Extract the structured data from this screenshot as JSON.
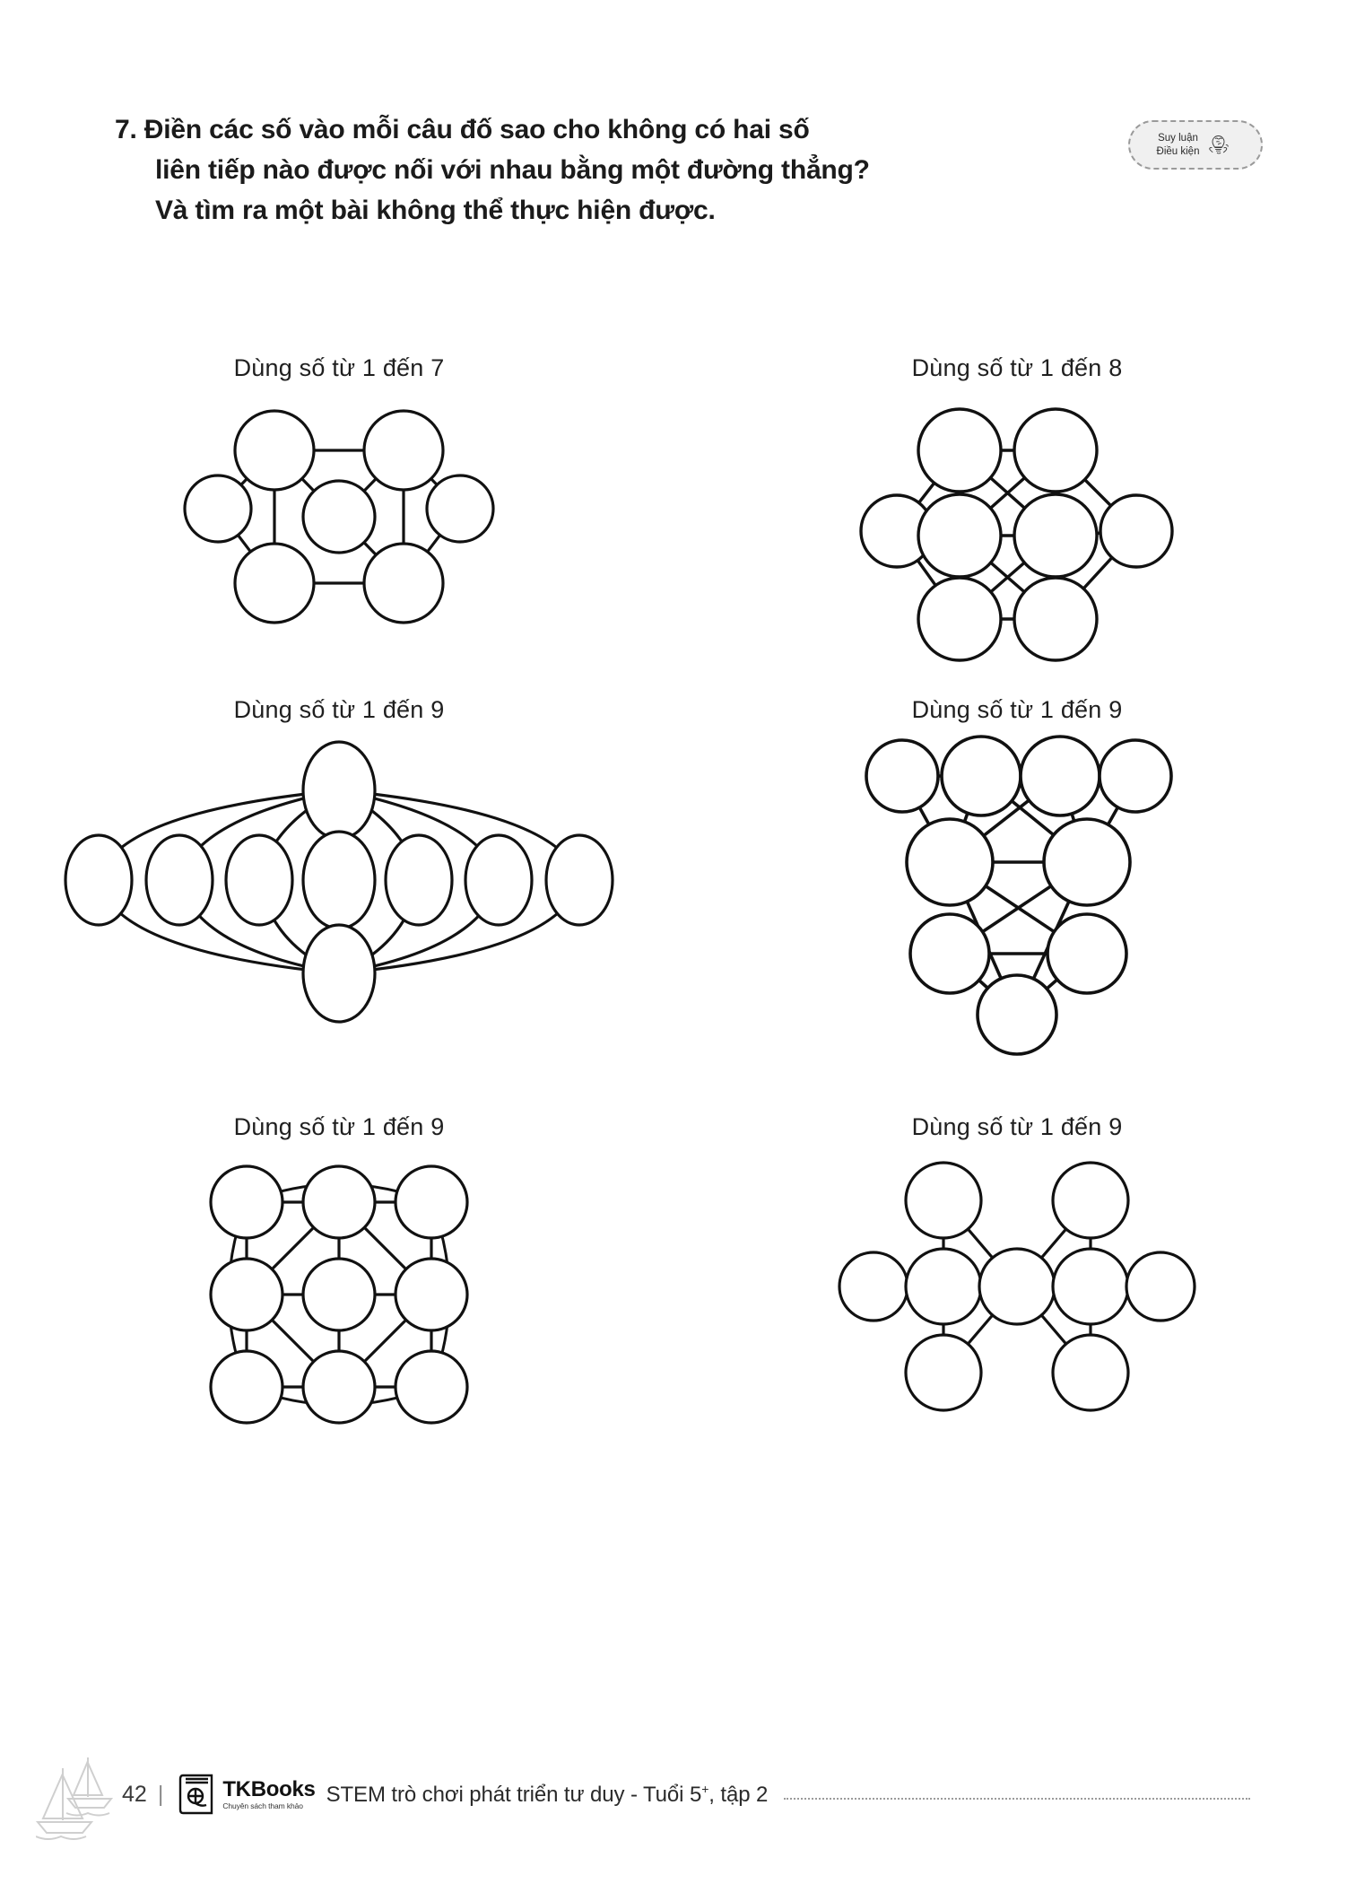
{
  "header": {
    "number": "7.",
    "line1": "Điền các số vào mỗi câu đố sao cho không có hai số",
    "line2": "liên tiếp nào được nối với nhau bằng một đường thẳng?",
    "line3": "Và tìm ra một bài không thể thực hiện được."
  },
  "badge": {
    "line1": "Suy luận",
    "line2": "Điều kiện",
    "icon": "brain-lightbulb-hand-icon"
  },
  "puzzles": [
    {
      "id": "puzzle-1",
      "label": "Dùng số từ 1 đến 7",
      "node_count": 7,
      "number_range": {
        "from": 1,
        "to": 7
      }
    },
    {
      "id": "puzzle-2",
      "label": "Dùng số từ 1 đến 8",
      "node_count": 8,
      "number_range": {
        "from": 1,
        "to": 8
      }
    },
    {
      "id": "puzzle-3",
      "label": "Dùng số từ 1 đến 9",
      "node_count": 9,
      "number_range": {
        "from": 1,
        "to": 9
      }
    },
    {
      "id": "puzzle-4",
      "label": "Dùng số từ 1 đến 9",
      "node_count": 9,
      "number_range": {
        "from": 1,
        "to": 9
      }
    },
    {
      "id": "puzzle-5",
      "label": "Dùng số từ 1 đến 9",
      "node_count": 9,
      "number_range": {
        "from": 1,
        "to": 9
      }
    },
    {
      "id": "puzzle-6",
      "label": "Dùng số từ 1 đến 9",
      "node_count": 9,
      "number_range": {
        "from": 1,
        "to": 9
      }
    }
  ],
  "footer": {
    "page_number": "42",
    "divider": "|",
    "publisher_name": "TKBooks",
    "publisher_tagline": "Chuyên sách tham khảo",
    "book_title_before": "STEM trò chơi phát triển tư duy - Tuổi 5",
    "book_title_sup": "+",
    "book_title_after": ", tập 2"
  },
  "colors": {
    "ink": "#1a1a1a",
    "stroke": "#111111",
    "badge_bg": "#f0f0f0",
    "badge_border": "#9a9a9a",
    "boat_gray": "#cfcfcf",
    "dots": "#9b9b9b"
  }
}
